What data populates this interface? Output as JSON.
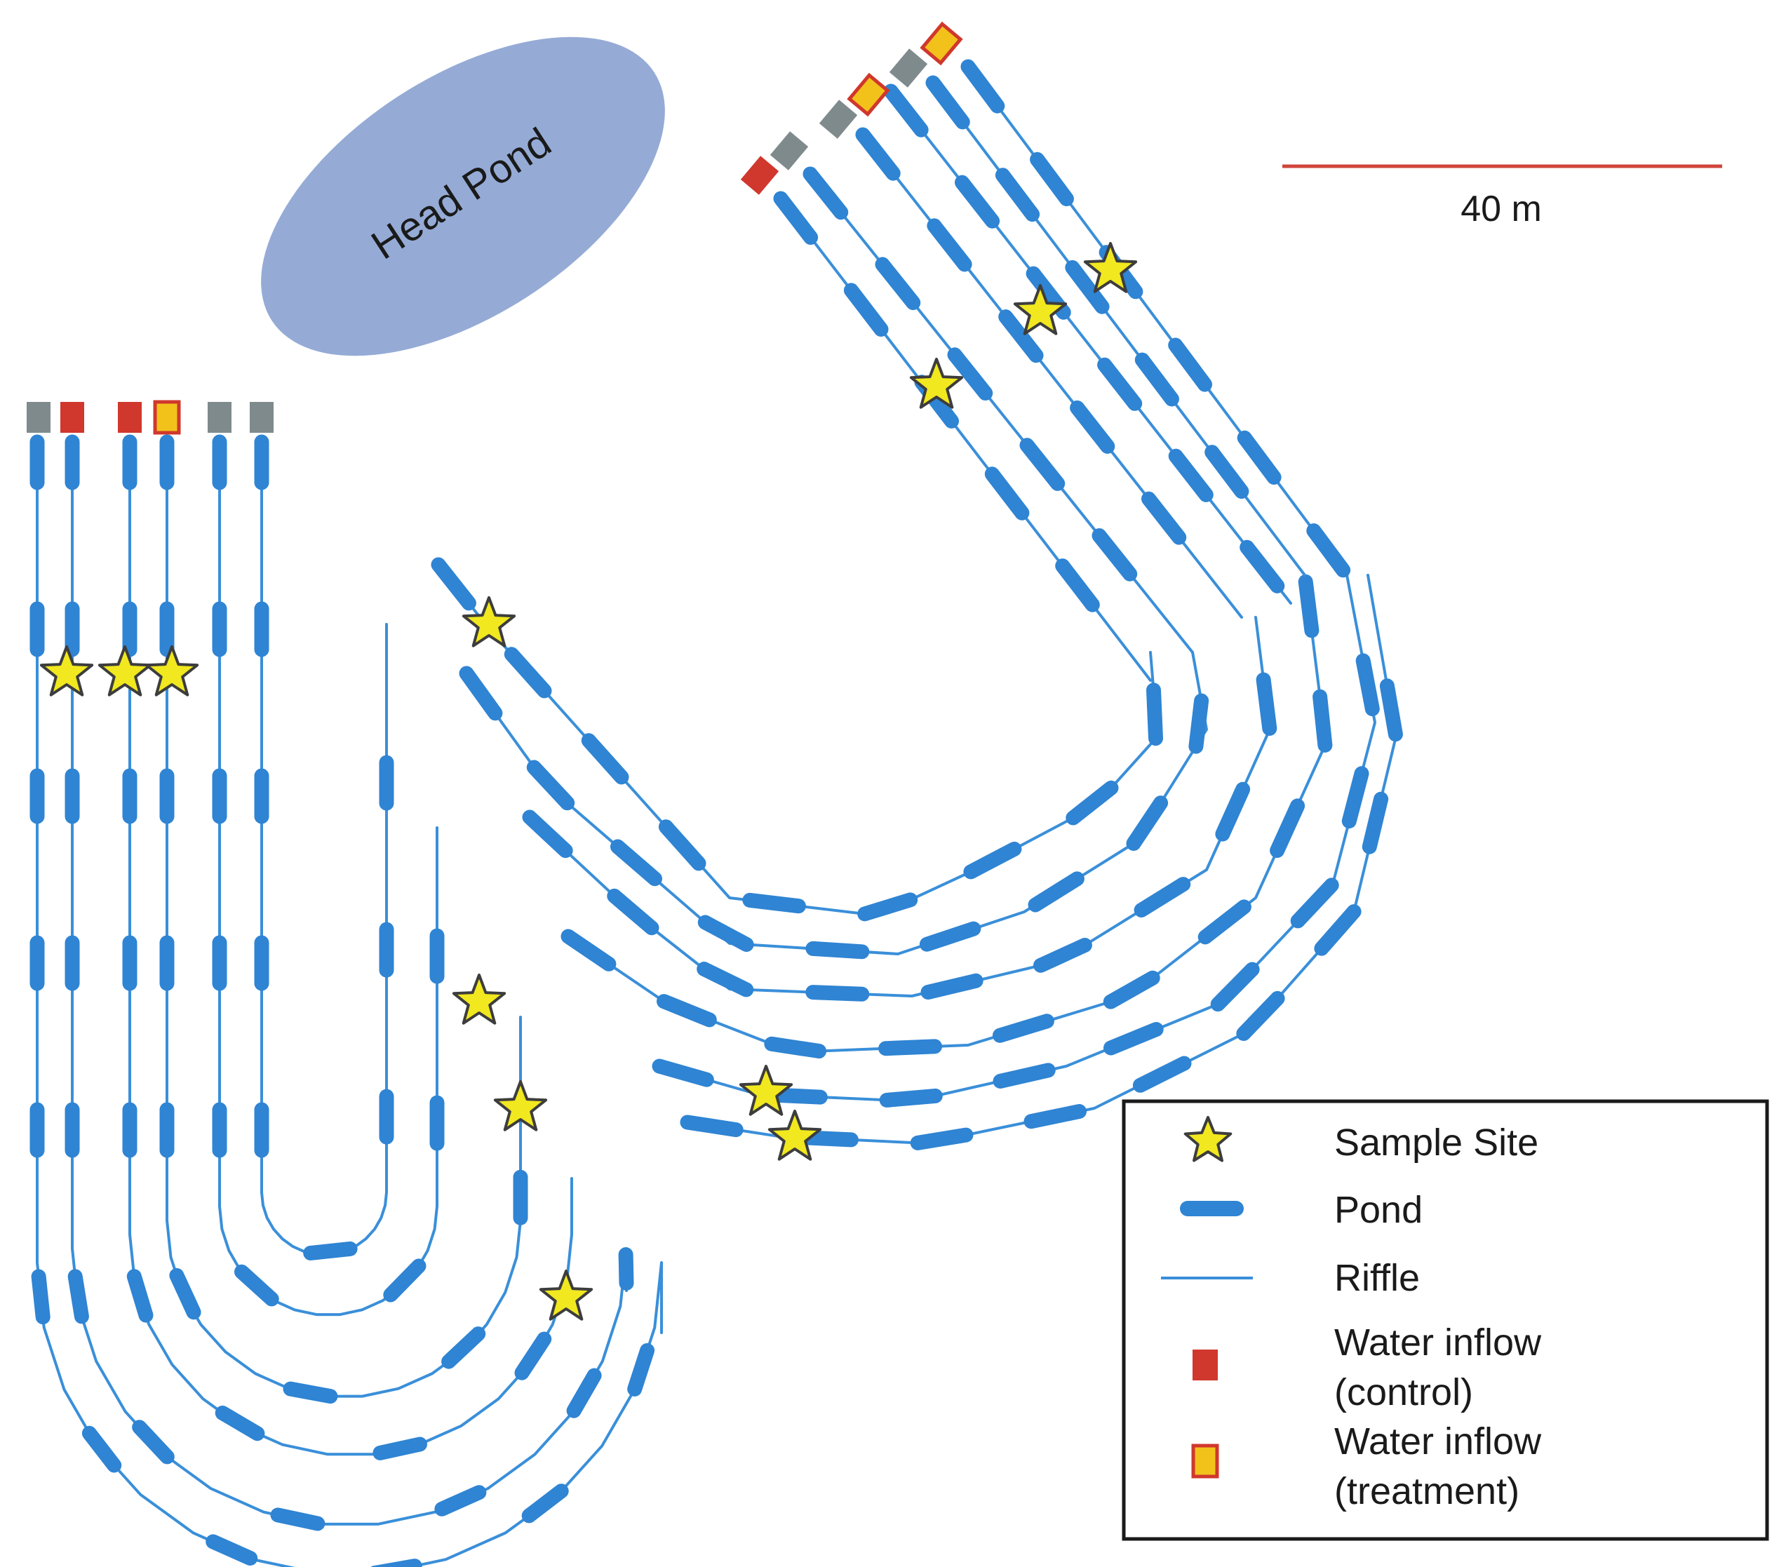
{
  "head_pond": {
    "label": "Head Pond",
    "color": "#95abd6"
  },
  "scale_bar": {
    "label": "40 m",
    "color": "#d0453a"
  },
  "legend": {
    "items": [
      {
        "key": "sample_site",
        "label": "Sample Site",
        "icon": "star-icon"
      },
      {
        "key": "pond",
        "label": "Pond",
        "icon": "pond-segment-icon"
      },
      {
        "key": "riffle",
        "label": "Riffle",
        "icon": "riffle-line-icon"
      },
      {
        "key": "inflow_control",
        "label_line1": "Water inflow",
        "label_line2": "(control)",
        "icon": "red-square-icon"
      },
      {
        "key": "inflow_treatment",
        "label_line1": "Water inflow",
        "label_line2": "(treatment)",
        "icon": "yellow-square-icon"
      }
    ]
  },
  "colors": {
    "pond": "#2f84d3",
    "riffle": "#3a8fd9",
    "star_fill": "#f1e81f",
    "inflow_control": "#d0372d",
    "inflow_treatment_fill": "#f2c21b",
    "inflow_neutral": "#7f8a8c"
  },
  "left_system": {
    "inflow_types": [
      "neutral",
      "control",
      "control",
      "treatment",
      "neutral",
      "neutral"
    ]
  },
  "right_system": {
    "inflow_types": [
      "control",
      "neutral",
      "neutral",
      "treatment",
      "neutral",
      "treatment"
    ]
  }
}
